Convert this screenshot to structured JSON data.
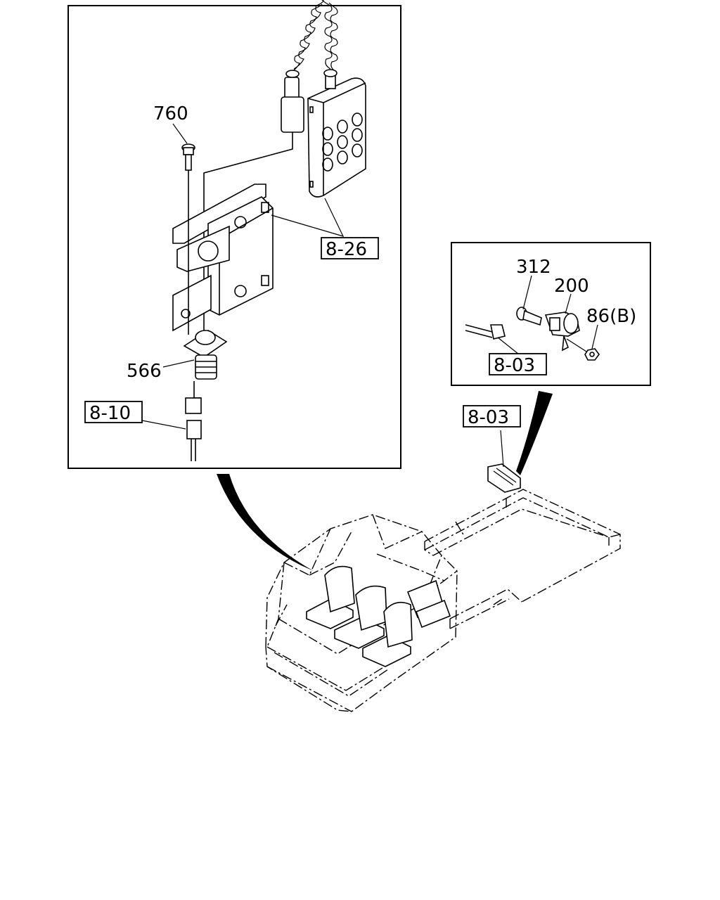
{
  "callouts": {
    "bolt_760": "760",
    "socket_566": "566",
    "ref_8_26": "8-26",
    "ref_8_10": "8-10",
    "bolt_312": "312",
    "switch_200": "200",
    "nut_86b": "86(B)",
    "ref_8_03_inset": "8-03",
    "ref_8_03_chassis": "8-03"
  }
}
